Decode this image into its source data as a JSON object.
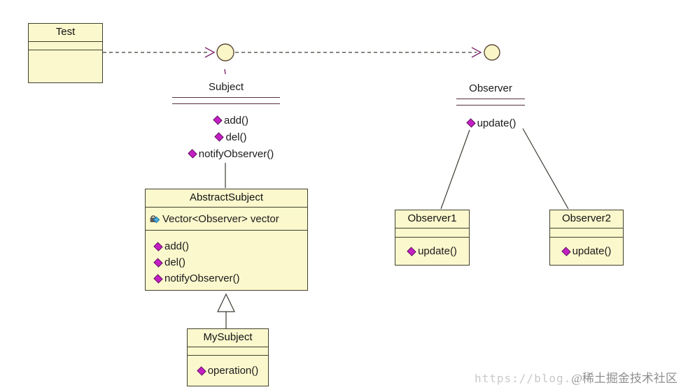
{
  "colors": {
    "class_fill": "#fbf8cd",
    "class_border": "#41402e",
    "class_title_text": "#111111",
    "member_text": "#1a1a1a",
    "method_diamond": "#c41ec4",
    "interface_underline": "#53323c",
    "connector_line": "#3c3c34",
    "arrowhead": "#7c2a6e",
    "circle_fill": "#fbf6c8",
    "circle_border": "#5c4a38",
    "watermark_url_color": "#c9c9c9",
    "watermark_text_color": "#8f8f8f"
  },
  "icons": {
    "method_visibility": "diamond-icon",
    "protected_field": "lock-icon",
    "interface_lollipop": "circle-icon",
    "generalization": "hollow-triangle-icon"
  },
  "classes": {
    "test": {
      "name": "Test"
    },
    "abstract_subject": {
      "name": "AbstractSubject",
      "attribute": "Vector<Observer> vector",
      "methods": [
        "add()",
        "del()",
        "notifyObserver()"
      ]
    },
    "my_subject": {
      "name": "MySubject",
      "methods": [
        "operation()"
      ]
    },
    "observer1": {
      "name": "Observer1",
      "methods": [
        "update()"
      ]
    },
    "observer2": {
      "name": "Observer2",
      "methods": [
        "update()"
      ]
    }
  },
  "interfaces": {
    "subject": {
      "name": "Subject",
      "methods": [
        "add()",
        "del()",
        "notifyObserver()"
      ]
    },
    "observer": {
      "name": "Observer",
      "methods": [
        "update()"
      ]
    }
  },
  "watermark": {
    "url_part": "https://blog.",
    "community_part": "@稀土掘金技术社区"
  }
}
